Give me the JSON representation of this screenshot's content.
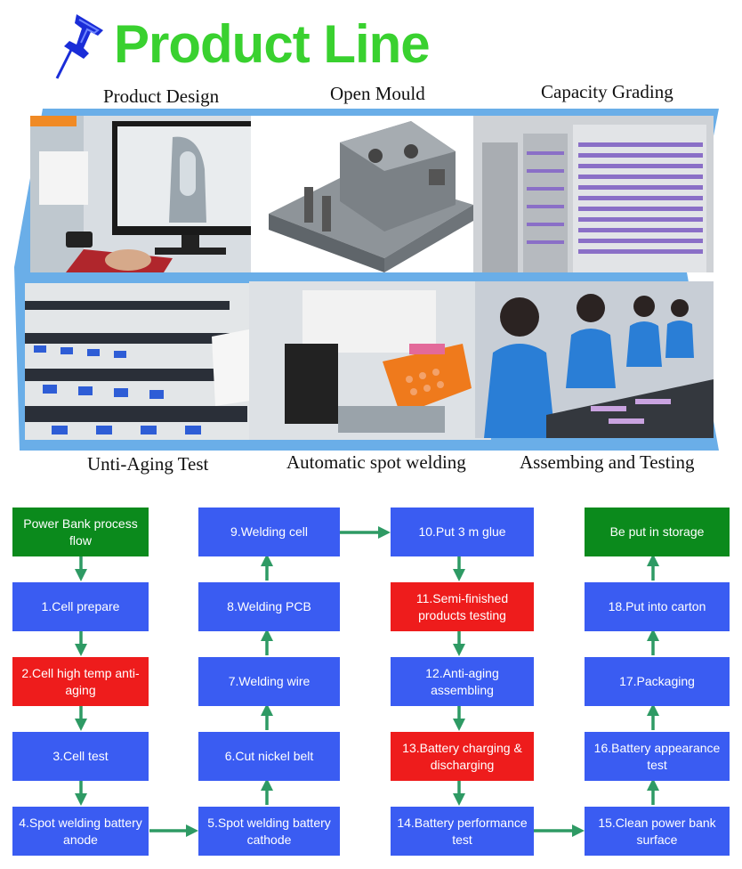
{
  "header": {
    "title": "Product Line",
    "colors": {
      "title": "#39d12f",
      "pin": "#1a2dd8",
      "frame": "#6aaee8"
    }
  },
  "photos": [
    {
      "id": "product-design",
      "label": "Product Design",
      "icon": "monitor-photo"
    },
    {
      "id": "open-mould",
      "label": "Open Mould",
      "icon": "mould-photo"
    },
    {
      "id": "capacity-grading",
      "label": "Capacity Grading",
      "icon": "rack-photo"
    },
    {
      "id": "unti-aging-test",
      "label": "Unti-Aging Test",
      "icon": "shelf-photo"
    },
    {
      "id": "automatic-spot-welding",
      "label": "Automatic spot welding",
      "icon": "welder-photo"
    },
    {
      "id": "assembing-and-testing",
      "label": "Assembing and Testing",
      "icon": "workers-photo"
    }
  ],
  "flow": {
    "colors": {
      "blue": "#3a5cf2",
      "red": "#ee1c1c",
      "green": "#0b8a1c",
      "arrow": "#2e9a64"
    },
    "start": "Power Bank process flow",
    "steps": [
      "1.Cell prepare",
      "2.Cell high temp anti-aging",
      "3.Cell test",
      "4.Spot welding battery anode",
      "5.Spot welding battery cathode",
      "6.Cut nickel belt",
      "7.Welding wire",
      "8.Welding PCB",
      "9.Welding cell",
      "10.Put 3 m glue",
      "11.Semi-finished products testing",
      "12.Anti-aging assembling",
      "13.Battery charging & discharging",
      "14.Battery performance test",
      "15.Clean power bank surface",
      "16.Battery appearance test",
      "17.Packaging",
      "18.Put into carton"
    ],
    "end": "Be put in storage"
  }
}
